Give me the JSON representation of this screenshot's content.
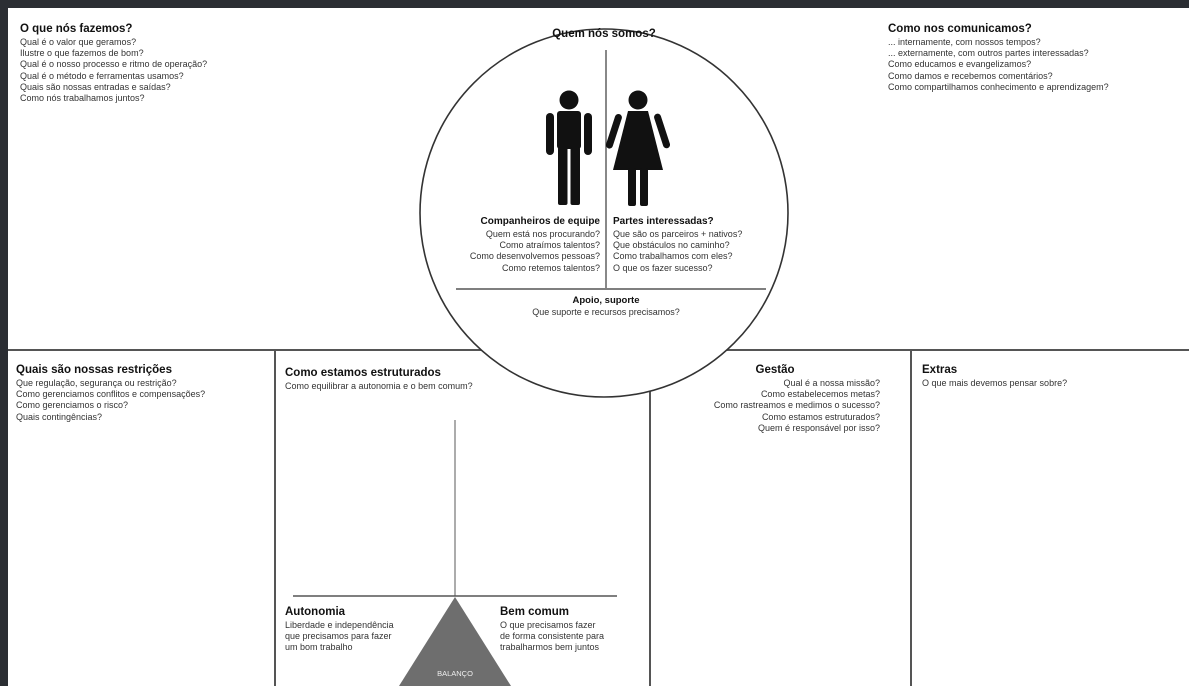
{
  "o_que_fazemos": {
    "title": "O que nós fazemos?",
    "questions": [
      "Qual é o valor que geramos?",
      "Ilustre o que fazemos de bom?",
      "Qual é o nosso processo e ritmo de operação?",
      "Qual é o método e ferramentas usamos?",
      "Quais são nossas entradas e saídas?",
      "Como nós trabalhamos juntos?"
    ]
  },
  "quem_somos": {
    "title": "Quem nós somos?",
    "companheiros": {
      "title": "Companheiros de equipe",
      "questions": [
        "Quem está nos procurando?",
        "Como atraímos talentos?",
        "Como desenvolvemos pessoas?",
        "Como retemos talentos?"
      ]
    },
    "partes": {
      "title": "Partes interessadas?",
      "questions": [
        "Que são os parceiros + nativos?",
        "Que obstáculos no caminho?",
        "Como trabalhamos com eles?",
        "O que os fazer sucesso?"
      ]
    },
    "apoio": {
      "title": "Apoio, suporte",
      "question": "Que suporte e recursos precisamos?"
    },
    "icons": {
      "man": "man-icon",
      "woman": "woman-icon"
    }
  },
  "comunicamos": {
    "title": "Como nos comunicamos?",
    "questions": [
      "... internamente, com nossos tempos?",
      "... externamente, com outros partes interessadas?",
      "Como educamos e evangelizamos?",
      "Como damos e recebemos comentários?",
      "Como compartilhamos conhecimento e aprendizagem?"
    ]
  },
  "restricoes": {
    "title": "Quais são nossas restrições",
    "questions": [
      "Que regulação, segurança ou restrição?",
      "Como gerenciamos conflitos e compensações?",
      "Como gerenciamos o risco?",
      "Quais contingências?"
    ]
  },
  "estruturados": {
    "title": "Como estamos estruturados",
    "question": "Como equilibrar a autonomia e o bem comum?",
    "autonomia": {
      "title": "Autonomia",
      "lines": [
        "Liberdade e independência",
        "que precisamos para fazer",
        "um bom trabalho"
      ]
    },
    "bem_comum": {
      "title": "Bem comum",
      "lines": [
        "O que precisamos fazer",
        "de forma consistente para",
        "trabalharmos bem juntos"
      ]
    },
    "balanco": "BALANÇO"
  },
  "gestao": {
    "title": "Gestão",
    "questions": [
      "Qual é a nossa missão?",
      "Como estabelecemos metas?",
      "Como rastreamos e medimos o sucesso?",
      "Como estamos estruturados?",
      "Quem é responsável por isso?"
    ]
  },
  "extras": {
    "title": "Extras",
    "question": "O que mais devemos pensar sobre?"
  },
  "colors": {
    "background": "#2b2e33",
    "paper": "#ffffff",
    "lines": "#555555",
    "triangle": "#6e6e6e"
  }
}
